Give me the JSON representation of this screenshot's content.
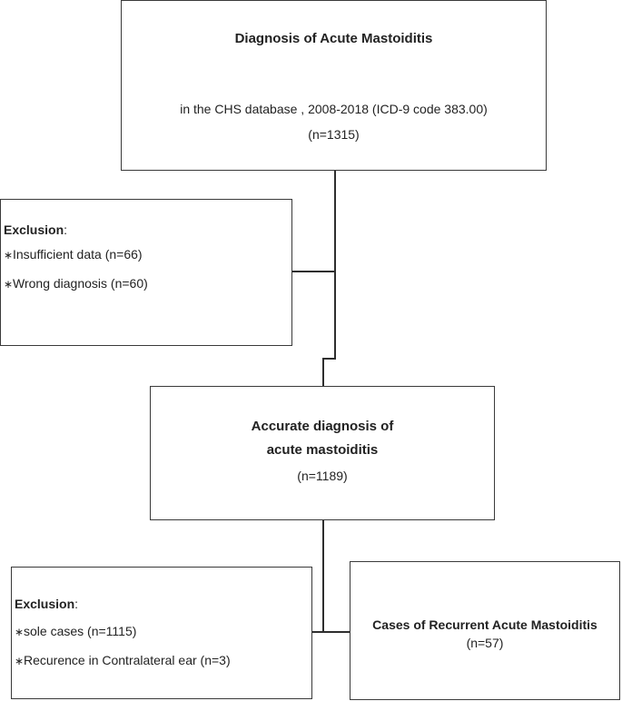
{
  "top_box": {
    "title": "Diagnosis of Acute Mastoiditis",
    "line1": "in the CHS database , 2008-2018 (ICD-9 code 383.00)",
    "line2": "(n=1315)"
  },
  "exclusion_1": {
    "heading": "Exclusion",
    "colon": ":",
    "items": [
      {
        "bullet": "∗",
        "text": "Insufficient data (n=66)"
      },
      {
        "bullet": "∗",
        "text": "Wrong diagnosis (n=60)"
      }
    ]
  },
  "middle_box": {
    "line1": "Accurate diagnosis of",
    "line2": "acute mastoiditis",
    "line3": "(n=1189)"
  },
  "exclusion_2": {
    "heading": "Exclusion",
    "colon": ":",
    "items": [
      {
        "bullet": "∗",
        "text": "sole cases (n=1115)"
      },
      {
        "bullet": "∗",
        "text": "Recurence in Contralateral ear (n=3)"
      }
    ]
  },
  "recurrent_box": {
    "title": "Cases of Recurrent Acute Mastoiditis",
    "count": "(n=57)"
  }
}
